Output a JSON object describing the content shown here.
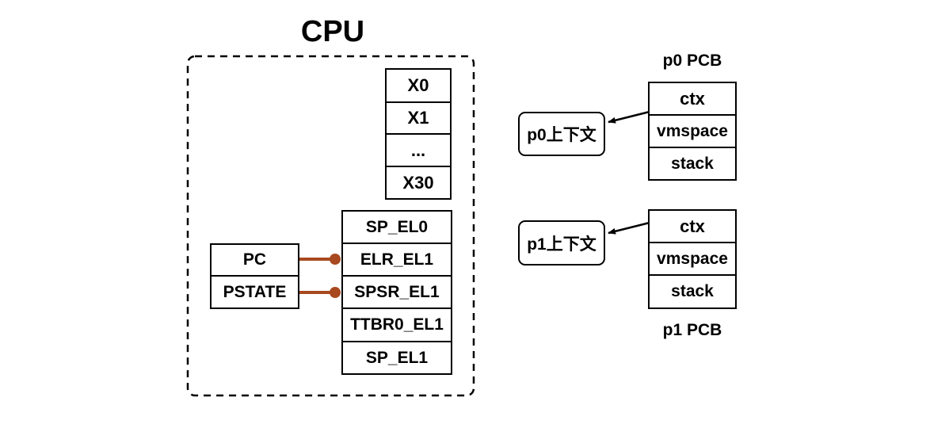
{
  "cpu": {
    "title": "CPU",
    "gp_registers": [
      "X0",
      "X1",
      "...",
      "X30"
    ],
    "sys_registers": [
      "SP_EL0",
      "ELR_EL1",
      "SPSR_EL1",
      "TTBR0_EL1",
      "SP_EL1"
    ],
    "pc_label": "PC",
    "pstate_label": "PSTATE"
  },
  "p0": {
    "pcb_title": "p0 PCB",
    "fields": [
      "ctx",
      "vmspace",
      "stack"
    ],
    "context_label": "p0上下文"
  },
  "p1": {
    "pcb_title": "p1 PCB",
    "fields": [
      "ctx",
      "vmspace",
      "stack"
    ],
    "context_label": "p1上下文"
  },
  "colors": {
    "link": "#a8491f",
    "stroke": "#000000"
  }
}
